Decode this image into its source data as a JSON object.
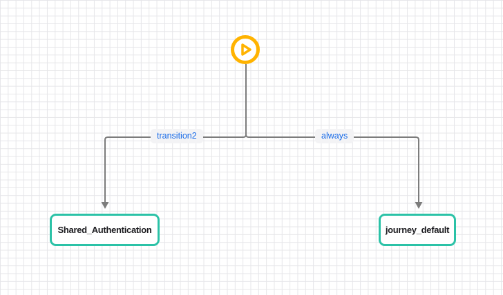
{
  "canvas": {
    "background": "#ffffff",
    "grid_line_color": "#e6e6e9"
  },
  "start_node": {
    "icon": "play-icon",
    "color": "#ffb300"
  },
  "edge_style": {
    "line_color": "#7c7c7c",
    "label_text_color": "#1a6ce8",
    "label_background": "#f3f3f5"
  },
  "edges": [
    {
      "label": "transition2",
      "from": "start",
      "to": "Shared_Authentication"
    },
    {
      "label": "always",
      "from": "start",
      "to": "journey_default"
    }
  ],
  "nodes": [
    {
      "label": "Shared_Authentication",
      "border_color": "#2bc2a7",
      "text_color": "#1b1b1f"
    },
    {
      "label": "journey_default",
      "border_color": "#2bc2a7",
      "text_color": "#1b1b1f"
    }
  ]
}
